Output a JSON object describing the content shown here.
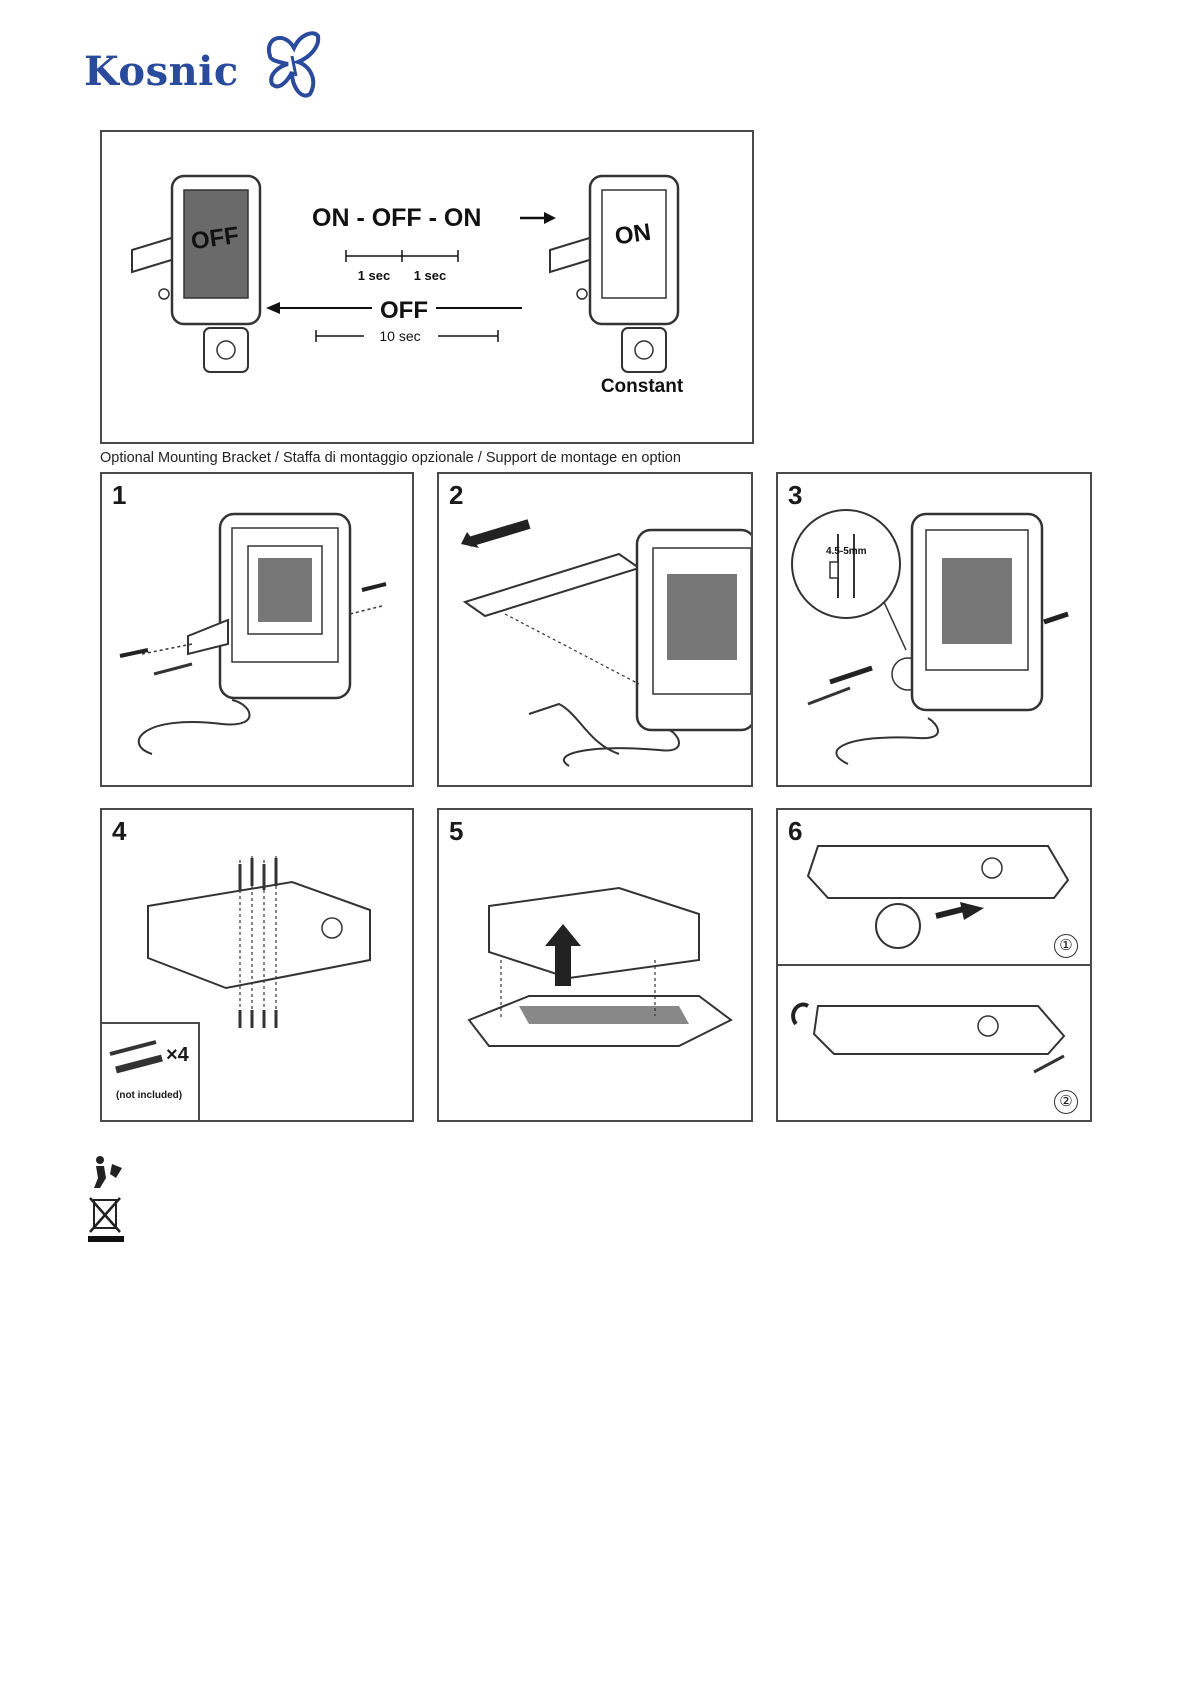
{
  "brand": {
    "name": "Kosnic"
  },
  "mode_diagram": {
    "lamp_off_label": "OFF",
    "lamp_on_label": "ON",
    "sequence_label": "ON - OFF - ON",
    "sec_1": "1 sec",
    "sec_2": "1 sec",
    "off_label": "OFF",
    "ten_sec": "10 sec",
    "constant_label": "Constant"
  },
  "caption": "Optional Mounting Bracket / Staffa di montaggio opzionale / Support de montage en option",
  "steps": [
    {
      "number": "1"
    },
    {
      "number": "2"
    },
    {
      "number": "3",
      "gap_label": "4.5-5mm"
    },
    {
      "number": "4",
      "qty_label": "×4",
      "note": "(not included)"
    },
    {
      "number": "5"
    },
    {
      "number": "6",
      "substeps": [
        "①",
        "②"
      ]
    }
  ],
  "colors": {
    "brand_blue": "#2a4a9c",
    "line": "#4a4a4a"
  }
}
